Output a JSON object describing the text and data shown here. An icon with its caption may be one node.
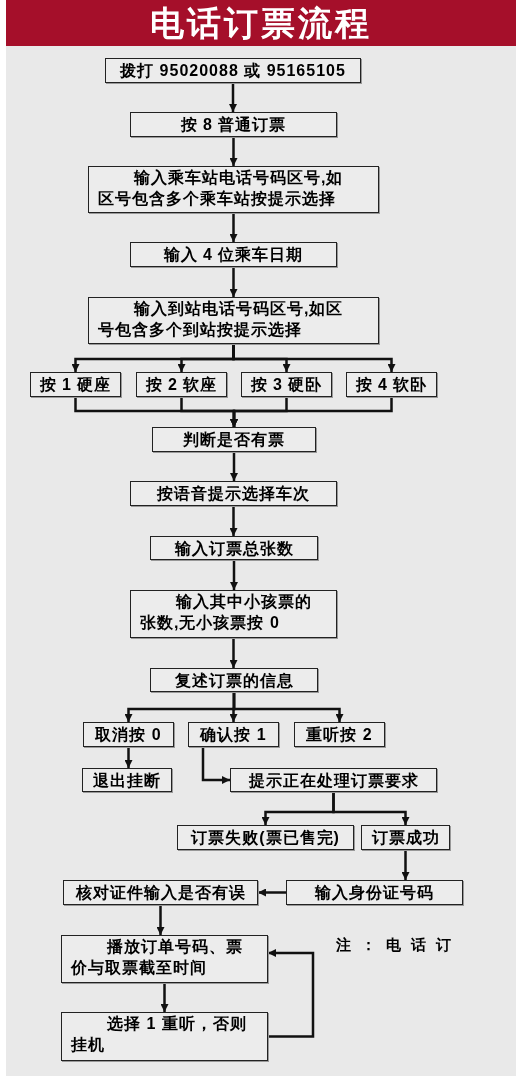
{
  "diagram": {
    "title": "电话订票流程",
    "nodes": [
      {
        "text": [
          "拨打 95020088 或 95165105"
        ]
      },
      {
        "text": [
          "按 8 普通订票"
        ]
      },
      {
        "text": [
          "输入乘车站电话号码区号,如区号包含多个乘车站按提示选择"
        ]
      },
      {
        "text": [
          "输入 4 位乘车日期"
        ]
      },
      {
        "text": [
          "输入到站电话号码区号,如区号包含多个到站按提示选择"
        ]
      },
      {
        "text": [
          "按 1 硬座"
        ]
      },
      {
        "text": [
          "按 2 软座"
        ]
      },
      {
        "text": [
          "按 3 硬卧"
        ]
      },
      {
        "text": [
          "按 4 软卧"
        ]
      },
      {
        "text": [
          "判断是否有票"
        ]
      },
      {
        "text": [
          "按语音提示选择车次"
        ]
      },
      {
        "text": [
          "输入订票总张数"
        ]
      },
      {
        "text": [
          "输入其中小孩票的张数,无小孩票按 0"
        ]
      },
      {
        "text": [
          "复述订票的信息"
        ]
      },
      {
        "text": [
          "取消按 0"
        ]
      },
      {
        "text": [
          "确认按 1"
        ]
      },
      {
        "text": [
          "重听按 2"
        ]
      },
      {
        "text": [
          "退出挂断"
        ]
      },
      {
        "text": [
          "提示正在处理订票要求"
        ]
      },
      {
        "text": [
          "订票失败(票已售完)"
        ]
      },
      {
        "text": [
          "订票成功"
        ]
      },
      {
        "text": [
          "核对证件输入是否有误"
        ]
      },
      {
        "text": [
          "输入身份证号码"
        ]
      },
      {
        "text": [
          "播放订单号码、票价与取票截至时间"
        ]
      },
      {
        "text": [
          "选择 1 重听，否则挂机"
        ]
      }
    ],
    "edges": [
      {
        "from": 0,
        "to": 1,
        "arrow": "to"
      },
      {
        "from": 1,
        "to": 2,
        "arrow": "to"
      },
      {
        "from": 2,
        "to": 3,
        "arrow": "to"
      },
      {
        "from": 3,
        "to": 4,
        "arrow": "to"
      },
      {
        "from": 4,
        "to": 5,
        "arrow": "to"
      },
      {
        "from": 4,
        "to": 6,
        "arrow": "to"
      },
      {
        "from": 4,
        "to": 7,
        "arrow": "to"
      },
      {
        "from": 4,
        "to": 8,
        "arrow": "to"
      },
      {
        "from": 5,
        "to": 9,
        "arrow": "to"
      },
      {
        "from": 6,
        "to": 9,
        "arrow": "to"
      },
      {
        "from": 7,
        "to": 9,
        "arrow": "to"
      },
      {
        "from": 8,
        "to": 9,
        "arrow": "to"
      },
      {
        "from": 9,
        "to": 10,
        "arrow": "to"
      },
      {
        "from": 10,
        "to": 11,
        "arrow": "to"
      },
      {
        "from": 11,
        "to": 12,
        "arrow": "to"
      },
      {
        "from": 12,
        "to": 13,
        "arrow": "to"
      },
      {
        "from": 13,
        "to": 14,
        "arrow": "to"
      },
      {
        "from": 13,
        "to": 15,
        "arrow": "to"
      },
      {
        "from": 13,
        "to": 16,
        "arrow": "to"
      },
      {
        "from": 14,
        "to": 17,
        "arrow": "to"
      },
      {
        "from": 15,
        "to": 18,
        "arrow": "to"
      },
      {
        "from": 18,
        "to": 19,
        "arrow": "to"
      },
      {
        "from": 18,
        "to": 20,
        "arrow": "to"
      },
      {
        "from": 20,
        "to": 22,
        "arrow": "to"
      },
      {
        "from": 22,
        "to": 21,
        "arrow": "to"
      },
      {
        "from": 21,
        "to": 23,
        "arrow": "to"
      },
      {
        "from": 23,
        "to": 24,
        "arrow": "to"
      },
      {
        "from": 24,
        "to": 23,
        "arrow": "to"
      }
    ],
    "labels": [
      "注：电话订"
    ]
  }
}
